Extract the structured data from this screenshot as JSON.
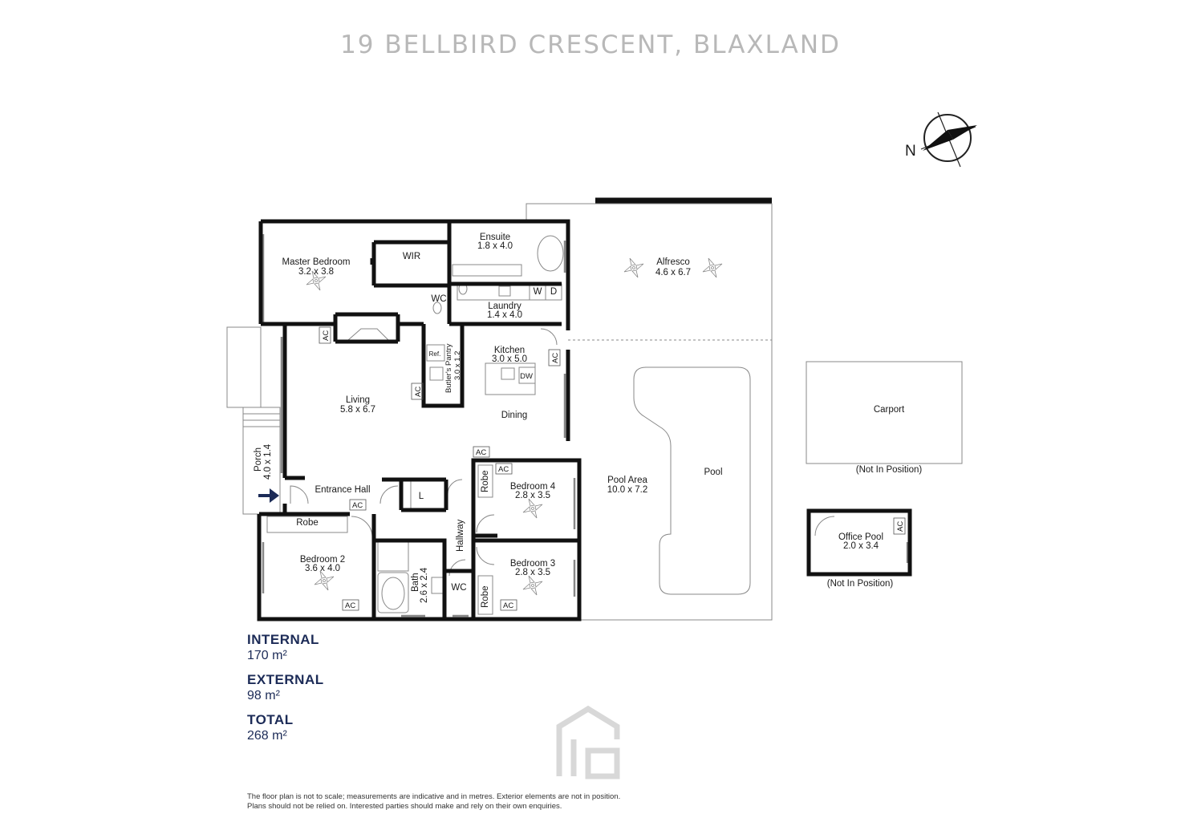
{
  "title": "19 BELLBIRD CRESCENT, BLAXLAND",
  "compass": {
    "label": "N"
  },
  "rooms": {
    "master_bedroom": {
      "name": "Master Bedroom",
      "size": "3.2 x 3.8"
    },
    "wir": {
      "name": "WIR"
    },
    "ensuite": {
      "name": "Ensuite",
      "size": "1.8 x 4.0"
    },
    "wc_upper": {
      "name": "WC"
    },
    "laundry": {
      "name": "Laundry",
      "size": "1.4 x 4.0",
      "washer": "W",
      "dryer": "D"
    },
    "kitchen": {
      "name": "Kitchen",
      "size": "3.0 x 5.0",
      "dishwasher": "DW"
    },
    "butlers_pantry": {
      "name": "Butler's Pantry",
      "size": "3.0 x 1.2",
      "fridge": "Ref."
    },
    "living": {
      "name": "Living",
      "size": "5.8 x 6.7"
    },
    "dining": {
      "name": "Dining"
    },
    "porch": {
      "name": "Porch",
      "size": "4.0 x 1.4"
    },
    "entrance_hall": {
      "name": "Entrance Hall",
      "linen": "L"
    },
    "robe_b2": {
      "name": "Robe"
    },
    "bedroom2": {
      "name": "Bedroom 2",
      "size": "3.6 x 4.0"
    },
    "bath": {
      "name": "Bath",
      "size": "2.6 x 2.4"
    },
    "wc_lower": {
      "name": "WC"
    },
    "hallway": {
      "name": "Hallway"
    },
    "bedroom4": {
      "name": "Bedroom 4",
      "size": "2.8 x 3.5",
      "robe": "Robe"
    },
    "bedroom3": {
      "name": "Bedroom 3",
      "size": "2.8 x 3.5",
      "robe": "Robe"
    },
    "alfresco": {
      "name": "Alfresco",
      "size": "4.6 x 6.7"
    },
    "pool_area": {
      "name": "Pool Area",
      "size": "10.0 x 7.2"
    },
    "pool": {
      "name": "Pool"
    },
    "carport": {
      "name": "Carport",
      "note": "(Not In Position)"
    },
    "office_pool": {
      "name": "Office Pool",
      "size": "2.0 x 3.4",
      "note": "(Not In Position)"
    }
  },
  "ac_label": "AC",
  "areas": [
    {
      "label": "INTERNAL",
      "value": "170 m²"
    },
    {
      "label": "EXTERNAL",
      "value": "98 m²"
    },
    {
      "label": "TOTAL",
      "value": "268 m²"
    }
  ],
  "disclaimer": {
    "line1": "The floor plan is not to scale; measurements are indicative and in metres. Exterior elements are not in position.",
    "line2": "Plans should not be relied on. Interested parties should make and rely on their own enquiries."
  },
  "colors": {
    "title": "#b8b8b8",
    "stats": "#1c2b57",
    "walls": "#111111",
    "arrow": "#1c2b57"
  }
}
